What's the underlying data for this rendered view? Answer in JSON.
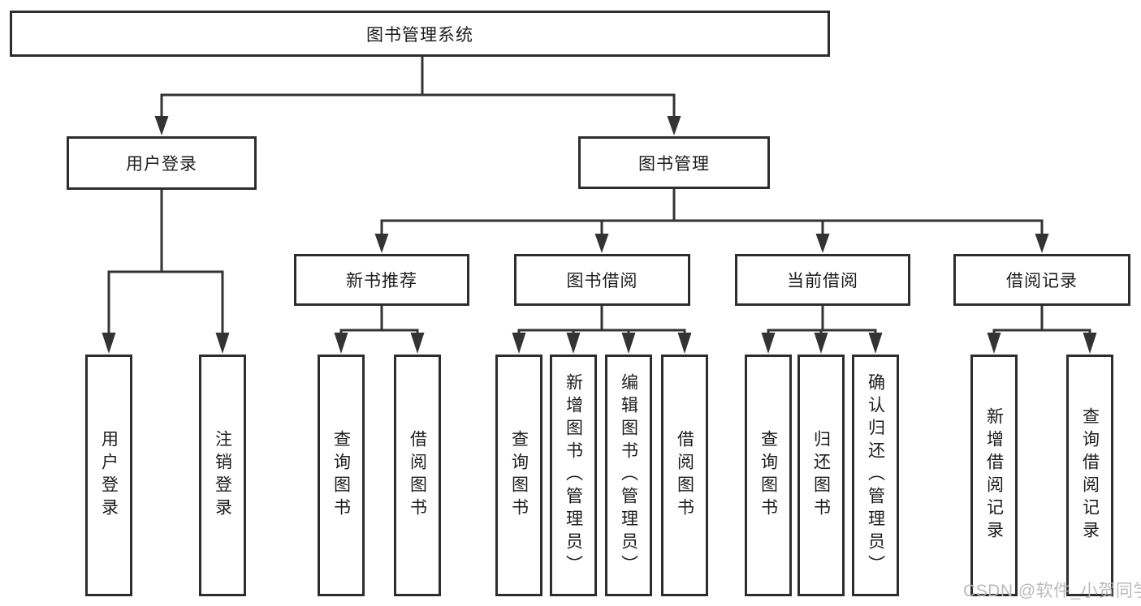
{
  "diagram_type": "tree",
  "colors": {
    "line": "#333333",
    "border": "#2d2d2d",
    "text": "#1c1c1c",
    "watermark": "#b7b7b7",
    "background": "#ffffff"
  },
  "tree": {
    "label": "图书管理系统",
    "children": [
      {
        "label": "用户登录",
        "children": [
          {
            "label": "用户登录"
          },
          {
            "label": "注销登录"
          }
        ]
      },
      {
        "label": "图书管理",
        "children": [
          {
            "label": "新书推荐",
            "children": [
              {
                "label": "查询图书"
              },
              {
                "label": "借阅图书"
              }
            ]
          },
          {
            "label": "图书借阅",
            "children": [
              {
                "label": "查询图书"
              },
              {
                "label": "新增图书（管理员）"
              },
              {
                "label": "编辑图书（管理员）"
              },
              {
                "label": "借阅图书"
              }
            ]
          },
          {
            "label": "当前借阅",
            "children": [
              {
                "label": "查询图书"
              },
              {
                "label": "归还图书"
              },
              {
                "label": "确认归还（管理员）"
              }
            ]
          },
          {
            "label": "借阅记录",
            "children": [
              {
                "label": "新增借阅记录"
              },
              {
                "label": "查询借阅记录"
              }
            ]
          }
        ]
      }
    ]
  },
  "watermark": {
    "text": "CSDN @软件_小贺同学"
  }
}
